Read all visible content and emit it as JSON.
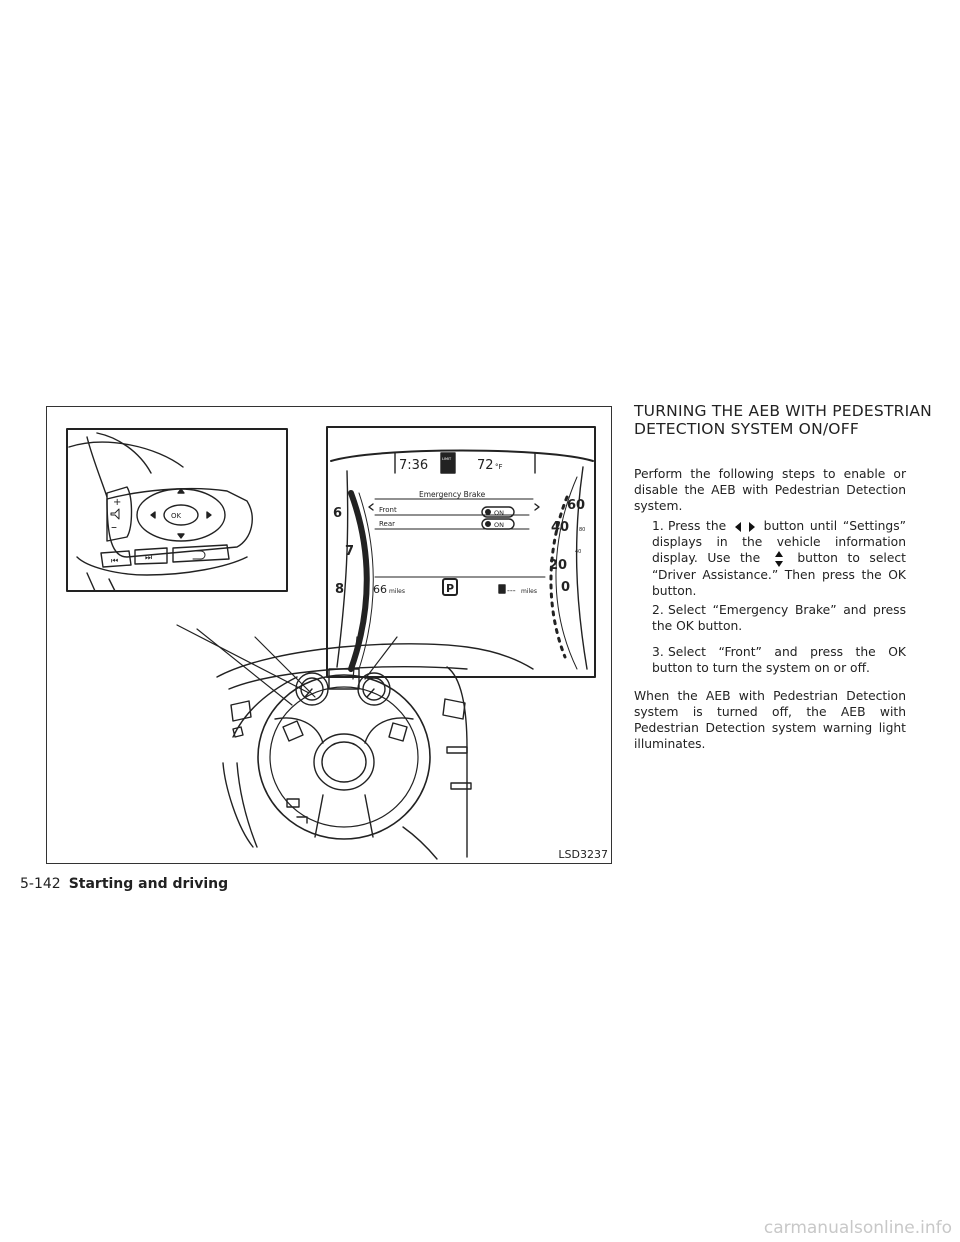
{
  "figure": {
    "code": "LSD3237",
    "cluster": {
      "clock": "7:36",
      "limit_label": "LIMIT",
      "temperature": "72",
      "temp_unit": "°F",
      "menu_title": "Emergency Brake",
      "row_front": "Front",
      "row_rear": "Rear",
      "state_on": "ON",
      "range_value": "66",
      "range_unit": "miles",
      "fuel_range": "---",
      "gear": "P",
      "tach_6": "6",
      "tach_7": "7",
      "tach_8": "8",
      "speed_60": "60",
      "speed_40": "40",
      "speed_20": "20",
      "speed_0": "0",
      "kmh_80": "80",
      "kmh_40": "40"
    },
    "wheel_ok": "OK"
  },
  "section": {
    "title": "TURNING THE AEB WITH PEDESTRIAN DETECTION SYSTEM ON/OFF",
    "intro": "Perform the following steps to enable or disable the AEB with Pedestrian Detection system.",
    "step1_num": "1.",
    "step1_a": "Press the",
    "step1_b": "button until “Settings” displays in the vehicle information display. Use the",
    "step1_c": "button to select “Driver Assistance.” Then press the OK button.",
    "step2_num": "2.",
    "step2": "Select “Emergency Brake” and press the OK button.",
    "step3_num": "3.",
    "step3": "Select “Front” and press the OK button to turn the system on or off.",
    "outro": "When the AEB with Pedestrian Detection system is turned off, the AEB with Pedestrian Detection system warning light illuminates."
  },
  "footer": {
    "page": "5-142",
    "chapter": "Starting and driving"
  },
  "watermark": "carmanualsonline.info"
}
